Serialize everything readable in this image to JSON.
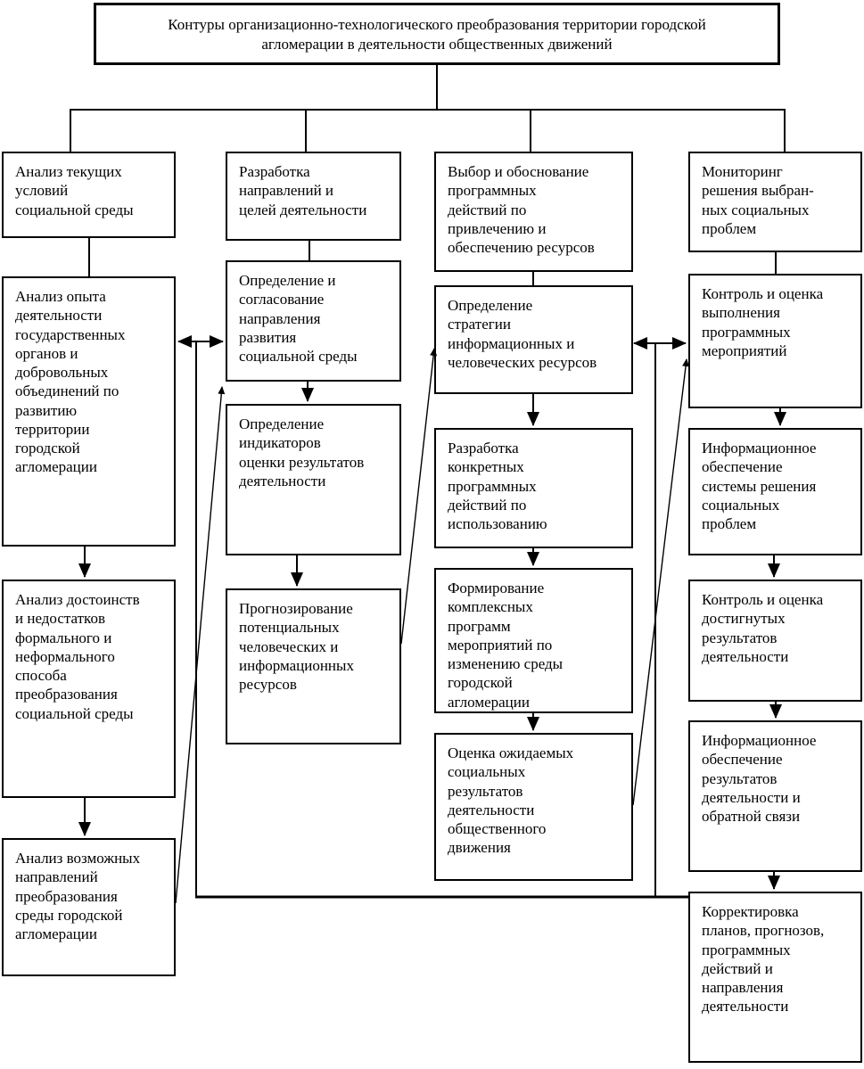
{
  "title": "Контуры организационно-технологического преобразования территории городской\nагломерации в деятельности общественных движений",
  "columns": [
    {
      "name": "analysis-column",
      "boxes": [
        {
          "id": "c1b1",
          "label": "Анализ текущих\nусловий\nсоциальной среды"
        },
        {
          "id": "c1b2",
          "label": "Анализ опыта\nдеятельности\nгосударственных\nорганов и\nдобровольных\nобъединений по\nразвитию\nтерритории\nгородской\nагломерации"
        },
        {
          "id": "c1b3",
          "label": "Анализ достоинств\nи недостатков\nформального и\nнеформального\nспособа\nпреобразования\nсоциальной среды"
        },
        {
          "id": "c1b4",
          "label": "Анализ возможных\nнаправлений\nпреобразования\nсреды городской\nагломерации"
        }
      ]
    },
    {
      "name": "directions-column",
      "boxes": [
        {
          "id": "c2b1",
          "label": "Разработка\nнаправлений и\nцелей деятельности"
        },
        {
          "id": "c2b2",
          "label": "Определение и\nсогласование\nнаправления\nразвития\nсоциальной среды"
        },
        {
          "id": "c2b3",
          "label": "Определение\nиндикаторов\nоценки результатов\nдеятельности"
        },
        {
          "id": "c2b4",
          "label": "Прогнозирование\nпотенциальных\nчеловеческих и\nинформационных\nресурсов"
        }
      ]
    },
    {
      "name": "program-actions-column",
      "boxes": [
        {
          "id": "c3b1",
          "label": "Выбор и обоснование\nпрограммных\nдействий по\nпривлечению и\nобеспечению ресурсов"
        },
        {
          "id": "c3b2",
          "label": "Определение\nстратегии\nинформационных и\nчеловеческих ресурсов"
        },
        {
          "id": "c3b3",
          "label": "Разработка\nконкретных\nпрограммных\nдействий по\nиспользованию"
        },
        {
          "id": "c3b4",
          "label": "Формирование\nкомплексных\nпрограмм\nмероприятий по\nизменению среды\nгородской\nагломерации"
        },
        {
          "id": "c3b5",
          "label": "Оценка ожидаемых\nсоциальных\nрезультатов\nдеятельности\nобщественного\nдвижения"
        }
      ]
    },
    {
      "name": "monitoring-column",
      "boxes": [
        {
          "id": "c4b1",
          "label": "Мониторинг\nрешения выбран-\nных социальных\nпроблем"
        },
        {
          "id": "c4b2",
          "label": "Контроль и оценка\nвыполнения\nпрограммных\nмероприятий"
        },
        {
          "id": "c4b3",
          "label": "Информационное\nобеспечение\nсистемы решения\nсоциальных\nпроблем"
        },
        {
          "id": "c4b4",
          "label": "Контроль и оценка\nдостигнутых\nрезультатов\nдеятельности"
        },
        {
          "id": "c4b5",
          "label": "Информационное\nобеспечение\nрезультатов\nдеятельности и\nобратной связи"
        },
        {
          "id": "c4b6",
          "label": "Корректировка\nпланов, прогнозов,\nпрограммных\nдействий и\nнаправления\nдеятельности"
        }
      ]
    }
  ],
  "edges": [
    {
      "from": "title",
      "to": "c1b1",
      "type": "fan-out-line"
    },
    {
      "from": "title",
      "to": "c2b1",
      "type": "fan-out-line"
    },
    {
      "from": "title",
      "to": "c3b1",
      "type": "fan-out-line"
    },
    {
      "from": "title",
      "to": "c4b1",
      "type": "fan-out-line"
    },
    {
      "from": "c1b1",
      "to": "c1b2",
      "type": "line"
    },
    {
      "from": "c1b2",
      "to": "c1b3",
      "type": "arrow"
    },
    {
      "from": "c1b3",
      "to": "c1b4",
      "type": "arrow"
    },
    {
      "from": "c2b1",
      "to": "c2b2",
      "type": "line"
    },
    {
      "from": "c2b2",
      "to": "c2b3",
      "type": "arrow"
    },
    {
      "from": "c2b3",
      "to": "c2b4",
      "type": "arrow"
    },
    {
      "from": "c3b1",
      "to": "c3b2",
      "type": "line"
    },
    {
      "from": "c3b2",
      "to": "c3b3",
      "type": "arrow"
    },
    {
      "from": "c3b3",
      "to": "c3b4",
      "type": "arrow"
    },
    {
      "from": "c3b4",
      "to": "c3b5",
      "type": "arrow"
    },
    {
      "from": "c4b1",
      "to": "c4b2",
      "type": "line"
    },
    {
      "from": "c4b2",
      "to": "c4b3",
      "type": "arrow"
    },
    {
      "from": "c4b3",
      "to": "c4b4",
      "type": "arrow"
    },
    {
      "from": "c4b4",
      "to": "c4b5",
      "type": "arrow"
    },
    {
      "from": "c4b5",
      "to": "c4b6",
      "type": "arrow"
    },
    {
      "from": "c1b2",
      "to": "c2b2",
      "type": "double-arrow"
    },
    {
      "from": "c3b2",
      "to": "c4b2",
      "type": "double-arrow"
    },
    {
      "from": "c1b4",
      "to": "c2b2",
      "type": "diagonal-arrow"
    },
    {
      "from": "c2b4",
      "to": "c3b2",
      "type": "diagonal-arrow"
    },
    {
      "from": "c3b5",
      "to": "c4b2",
      "type": "diagonal-arrow"
    },
    {
      "from": "double-arrow-junctions",
      "to": "c4b6",
      "type": "feedback-line"
    }
  ],
  "colors": {
    "line": "#000000",
    "box_border": "#000000",
    "background": "#ffffff",
    "text": "#000000"
  }
}
